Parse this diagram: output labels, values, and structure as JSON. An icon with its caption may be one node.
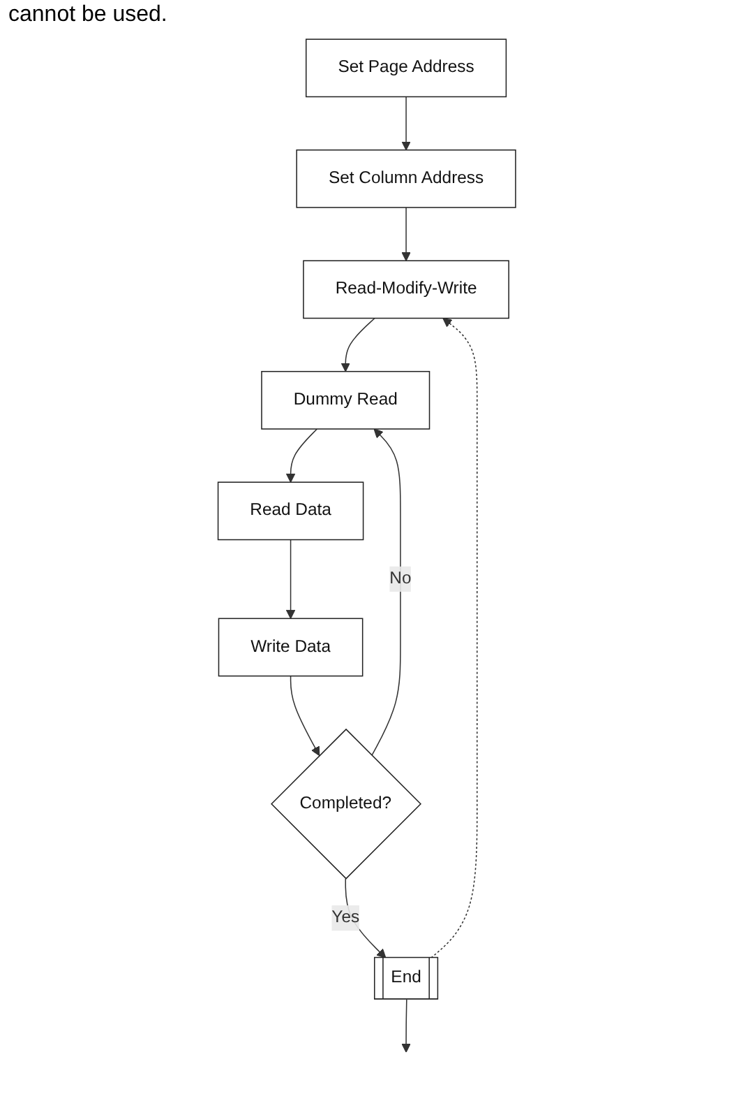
{
  "diagram": {
    "nodes": [
      {
        "text": [
          "Set Page Address"
        ]
      },
      {
        "text": [
          "Set Column Address"
        ]
      },
      {
        "text": [
          "Read-Modify-Write"
        ]
      },
      {
        "text": [
          "Dummy Read"
        ]
      },
      {
        "text": [
          "Read Data"
        ]
      },
      {
        "text": [
          "Write Data"
        ]
      },
      {
        "text": [
          "Completed?"
        ]
      },
      {
        "text": [
          "End"
        ]
      }
    ],
    "edges": [
      {
        "from": 0,
        "to": 1,
        "arrow": "to"
      },
      {
        "from": 1,
        "to": 2,
        "arrow": "to"
      },
      {
        "from": 2,
        "to": 3,
        "arrow": "to"
      },
      {
        "from": 3,
        "to": 4,
        "arrow": "to"
      },
      {
        "from": 4,
        "to": 5,
        "arrow": "to"
      },
      {
        "from": 5,
        "to": 6,
        "arrow": "to"
      },
      {
        "from": 6,
        "to": 3,
        "label": "No",
        "arrow": "to"
      },
      {
        "from": 6,
        "to": 7,
        "label": "Yes",
        "arrow": "to"
      },
      {
        "from": 7,
        "to": 2,
        "arrow": "to",
        "style": "dashed"
      },
      {
        "from": 7,
        "to": null,
        "arrow": "to"
      }
    ],
    "labels": [
      "cannot be used."
    ]
  }
}
